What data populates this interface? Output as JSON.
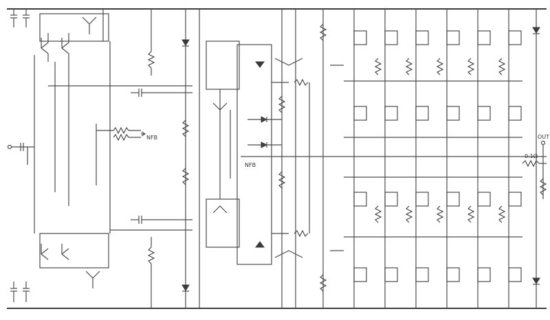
{
  "labels": {
    "nfb_left": "NFB",
    "nfb_center": "NFB",
    "output_resistor": "0.1Ω",
    "output_terminal": "OUT"
  },
  "colors": {
    "line": "#4a4a4a",
    "background": "#ffffff"
  }
}
